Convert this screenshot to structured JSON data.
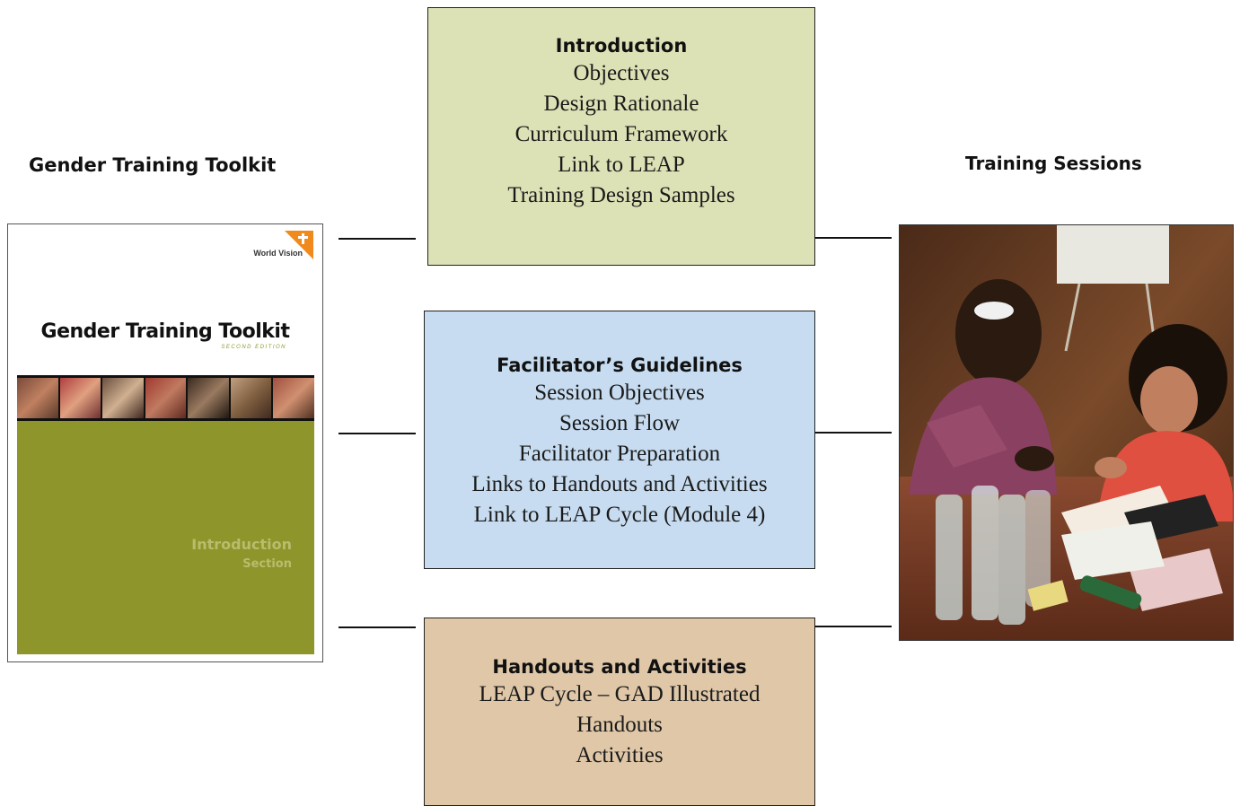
{
  "left_heading": "Gender Training Toolkit",
  "right_heading": "Training Sessions",
  "cover": {
    "brand": "World Vision",
    "title": "Gender Training Toolkit",
    "edition": "SECOND EDITION",
    "section_title": "Introduction",
    "section_sub": "Section"
  },
  "boxes": {
    "introduction": {
      "title": "Introduction",
      "items": [
        "Objectives",
        "Design Rationale",
        "Curriculum Framework",
        "Link to LEAP",
        "Training Design Samples"
      ]
    },
    "facilitator": {
      "title": "Facilitator’s Guidelines",
      "items": [
        "Session Objectives",
        "Session Flow",
        "Facilitator Preparation",
        "Links to Handouts and Activities",
        "Link to LEAP Cycle (Module 4)"
      ]
    },
    "handouts": {
      "title": "Handouts and Activities",
      "items": [
        "LEAP Cycle – GAD Illustrated",
        "Handouts",
        "Activities"
      ]
    }
  },
  "colors": {
    "introduction_fill": "#dde2b6",
    "facilitator_fill": "#c7dcf0",
    "handouts_fill": "#dfc7a8",
    "cover_olive": "#8e952a",
    "brand_orange": "#f08a1c"
  }
}
